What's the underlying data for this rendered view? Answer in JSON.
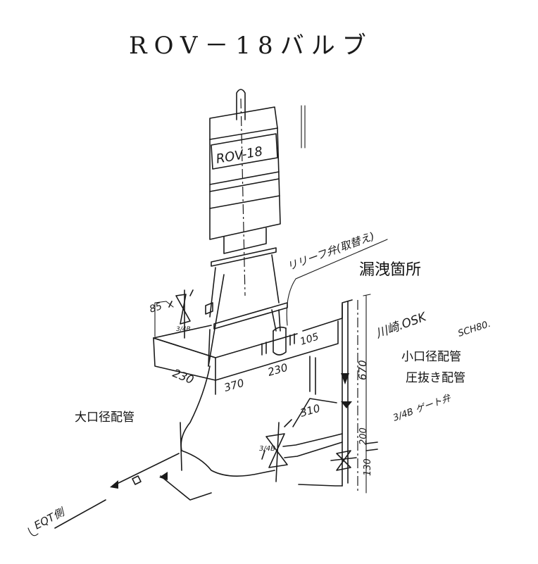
{
  "title": "ROV－18バルブ",
  "labels": {
    "valve_tag": "ROV-18",
    "relief_valve": "リリーフ弁(取替え)",
    "leak_location": "漏洩箇所",
    "kawasaki": "川崎.OSK",
    "sch": "SCH80.",
    "small_bore": "小口径配管",
    "depressure": "圧抜き配管",
    "gate_valve": "3/4B ゲート弁",
    "large_bore": "大口径配管",
    "eqt_side": "EQT側",
    "valve_left": "3/4B",
    "valve_bottom": "3/4B"
  },
  "dimensions": {
    "d85": "85",
    "d105": "105",
    "d230_left": "230",
    "d370": "370",
    "d230_mid": "230",
    "d670": "670",
    "d310": "310",
    "d200": "200",
    "d130": "130"
  }
}
